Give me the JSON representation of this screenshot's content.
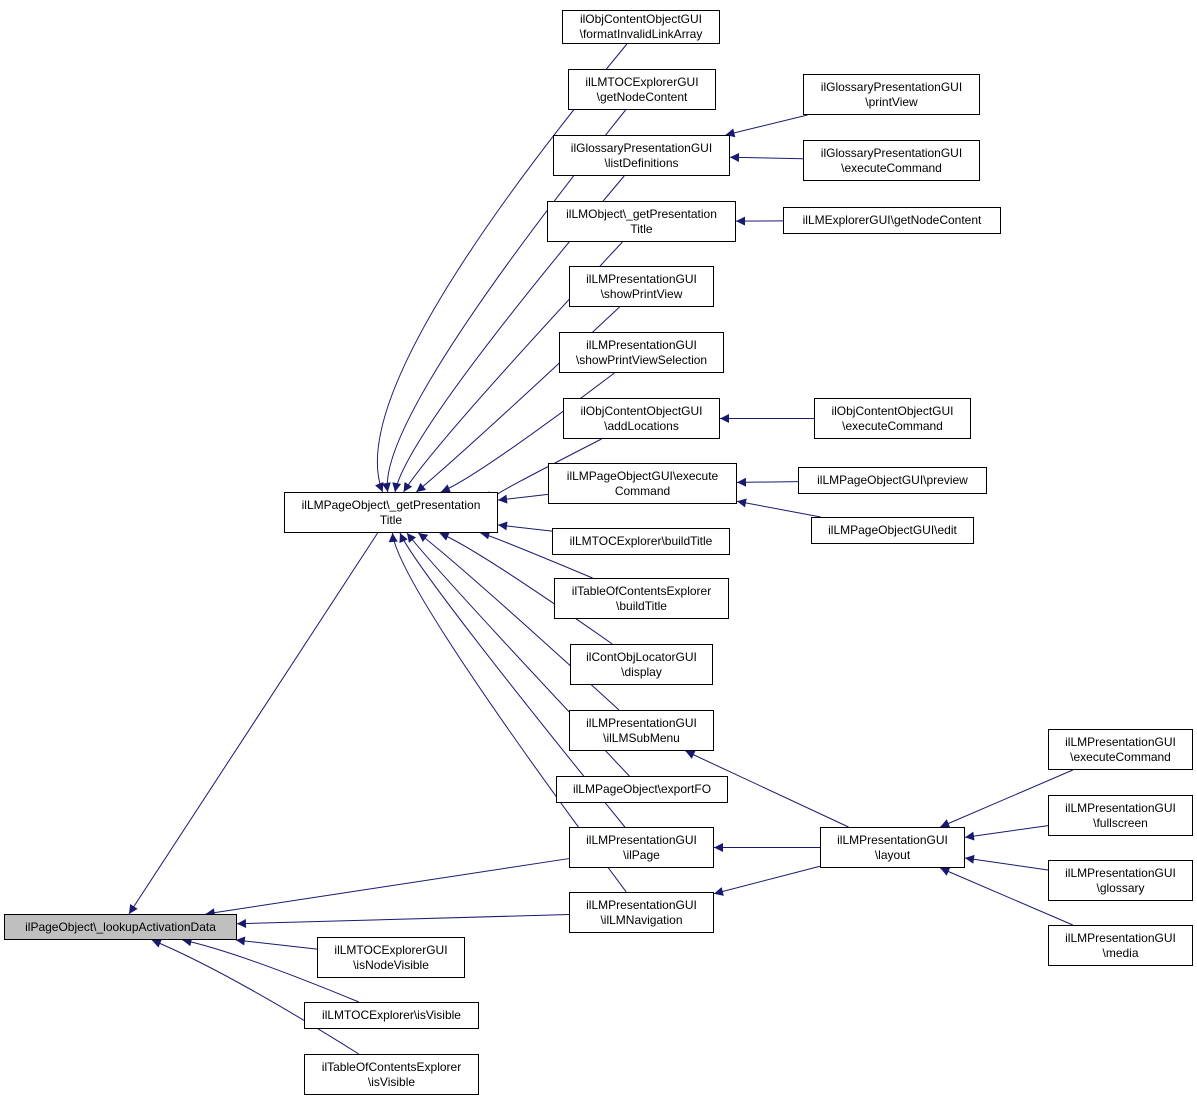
{
  "diagram": {
    "colors": {
      "edge": "#191970",
      "node_border": "#000000",
      "node_fill": "#ffffff",
      "root_fill": "#bfbfbf"
    },
    "nodes": [
      {
        "id": "root",
        "lines": [
          "ilPageObject\\_lookupActivationData"
        ],
        "root": true
      },
      {
        "id": "getPresTitle",
        "lines": [
          "ilLMPageObject\\_getPresentation",
          "Title"
        ]
      },
      {
        "id": "formatInvalid",
        "lines": [
          "ilObjContentObjectGUI",
          "\\formatInvalidLinkArray"
        ]
      },
      {
        "id": "tocGetNode",
        "lines": [
          "ilLMTOCExplorerGUI",
          "\\getNodeContent"
        ]
      },
      {
        "id": "glossList",
        "lines": [
          "ilGlossaryPresentationGUI",
          "\\listDefinitions"
        ]
      },
      {
        "id": "glossPrint",
        "lines": [
          "ilGlossaryPresentationGUI",
          "\\printView"
        ]
      },
      {
        "id": "glossExec",
        "lines": [
          "ilGlossaryPresentationGUI",
          "\\executeCommand"
        ]
      },
      {
        "id": "lmObjTitle",
        "lines": [
          "ilLMObject\\_getPresentation",
          "Title"
        ]
      },
      {
        "id": "lmExplorerNode",
        "lines": [
          "ilLMExplorerGUI\\getNodeContent"
        ]
      },
      {
        "id": "showPrint",
        "lines": [
          "ilLMPresentationGUI",
          "\\showPrintView"
        ]
      },
      {
        "id": "showPrintSel",
        "lines": [
          "ilLMPresentationGUI",
          "\\showPrintViewSelection"
        ]
      },
      {
        "id": "addLoc",
        "lines": [
          "ilObjContentObjectGUI",
          "\\addLocations"
        ]
      },
      {
        "id": "objExec",
        "lines": [
          "ilObjContentObjectGUI",
          "\\executeCommand"
        ]
      },
      {
        "id": "pageExec",
        "lines": [
          "ilLMPageObjectGUI\\execute",
          "Command"
        ]
      },
      {
        "id": "pagePreview",
        "lines": [
          "ilLMPageObjectGUI\\preview"
        ]
      },
      {
        "id": "pageEdit",
        "lines": [
          "ilLMPageObjectGUI\\edit"
        ]
      },
      {
        "id": "tocBuild",
        "lines": [
          "ilLMTOCExplorer\\buildTitle"
        ]
      },
      {
        "id": "tableBuild",
        "lines": [
          "ilTableOfContentsExplorer",
          "\\buildTitle"
        ]
      },
      {
        "id": "locator",
        "lines": [
          "ilContObjLocatorGUI",
          "\\display"
        ]
      },
      {
        "id": "subMenu",
        "lines": [
          "ilLMPresentationGUI",
          "\\ilLMSubMenu"
        ]
      },
      {
        "id": "exportFO",
        "lines": [
          "ilLMPageObject\\exportFO"
        ]
      },
      {
        "id": "ilPage",
        "lines": [
          "ilLMPresentationGUI",
          "\\ilPage"
        ]
      },
      {
        "id": "navigation",
        "lines": [
          "ilLMPresentationGUI",
          "\\ilLMNavigation"
        ]
      },
      {
        "id": "layout",
        "lines": [
          "ilLMPresentationGUI",
          "\\layout"
        ]
      },
      {
        "id": "presExec",
        "lines": [
          "ilLMPresentationGUI",
          "\\executeCommand"
        ]
      },
      {
        "id": "fullscreen",
        "lines": [
          "ilLMPresentationGUI",
          "\\fullscreen"
        ]
      },
      {
        "id": "glossary",
        "lines": [
          "ilLMPresentationGUI",
          "\\glossary"
        ]
      },
      {
        "id": "media",
        "lines": [
          "ilLMPresentationGUI",
          "\\media"
        ]
      },
      {
        "id": "tocNodeVisible",
        "lines": [
          "ilLMTOCExplorerGUI",
          "\\isNodeVisible"
        ]
      },
      {
        "id": "tocIsVisible",
        "lines": [
          "ilLMTOCExplorer\\isVisible"
        ]
      },
      {
        "id": "tableIsVisible",
        "lines": [
          "ilTableOfContentsExplorer",
          "\\isVisible"
        ]
      }
    ],
    "edges": [
      {
        "from": "getPresTitle",
        "to": "root"
      },
      {
        "from": "ilPage",
        "to": "root"
      },
      {
        "from": "navigation",
        "to": "root"
      },
      {
        "from": "tocNodeVisible",
        "to": "root"
      },
      {
        "from": "tocIsVisible",
        "to": "root"
      },
      {
        "from": "tableIsVisible",
        "to": "root"
      },
      {
        "from": "formatInvalid",
        "to": "getPresTitle"
      },
      {
        "from": "tocGetNode",
        "to": "getPresTitle"
      },
      {
        "from": "glossList",
        "to": "getPresTitle"
      },
      {
        "from": "lmObjTitle",
        "to": "getPresTitle"
      },
      {
        "from": "showPrint",
        "to": "getPresTitle"
      },
      {
        "from": "showPrintSel",
        "to": "getPresTitle"
      },
      {
        "from": "addLoc",
        "to": "getPresTitle"
      },
      {
        "from": "pageExec",
        "to": "getPresTitle"
      },
      {
        "from": "tocBuild",
        "to": "getPresTitle"
      },
      {
        "from": "tableBuild",
        "to": "getPresTitle"
      },
      {
        "from": "locator",
        "to": "getPresTitle"
      },
      {
        "from": "subMenu",
        "to": "getPresTitle"
      },
      {
        "from": "exportFO",
        "to": "getPresTitle"
      },
      {
        "from": "ilPage",
        "to": "getPresTitle"
      },
      {
        "from": "navigation",
        "to": "getPresTitle"
      },
      {
        "from": "glossPrint",
        "to": "glossList"
      },
      {
        "from": "glossExec",
        "to": "glossList"
      },
      {
        "from": "lmExplorerNode",
        "to": "lmObjTitle"
      },
      {
        "from": "objExec",
        "to": "addLoc"
      },
      {
        "from": "pagePreview",
        "to": "pageExec"
      },
      {
        "from": "pageEdit",
        "to": "pageExec"
      },
      {
        "from": "layout",
        "to": "subMenu"
      },
      {
        "from": "layout",
        "to": "ilPage"
      },
      {
        "from": "layout",
        "to": "navigation"
      },
      {
        "from": "presExec",
        "to": "layout"
      },
      {
        "from": "fullscreen",
        "to": "layout"
      },
      {
        "from": "glossary",
        "to": "layout"
      },
      {
        "from": "media",
        "to": "layout"
      }
    ]
  }
}
